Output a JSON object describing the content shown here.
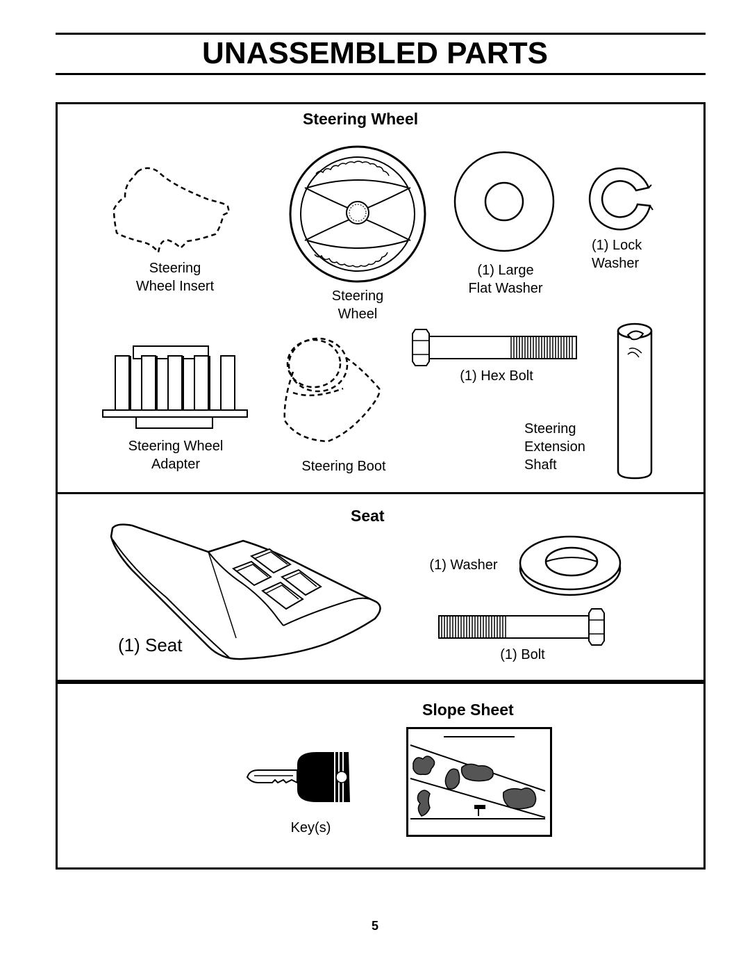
{
  "page": {
    "title": "UNASSEMBLED PARTS",
    "number": "5"
  },
  "steering_wheel_section": {
    "title": "Steering Wheel",
    "parts": {
      "insert": [
        "Steering",
        "Wheel Insert"
      ],
      "wheel": [
        "Steering",
        "Wheel"
      ],
      "large_flat_washer": [
        "(1) Large",
        "Flat Washer"
      ],
      "lock_washer": [
        "(1) Lock",
        "Washer"
      ],
      "adapter": [
        "Steering Wheel",
        "Adapter"
      ],
      "boot": [
        "Steering Boot"
      ],
      "hex_bolt": [
        "(1) Hex Bolt"
      ],
      "extension_shaft": [
        "Steering",
        "Extension",
        "Shaft"
      ]
    }
  },
  "seat_section": {
    "title": "Seat",
    "parts": {
      "seat": "(1) Seat",
      "washer": "(1) Washer",
      "bolt": "(1) Bolt"
    }
  },
  "slope_section": {
    "title": "Slope Sheet",
    "parts": {
      "keys": "Key(s)"
    }
  }
}
